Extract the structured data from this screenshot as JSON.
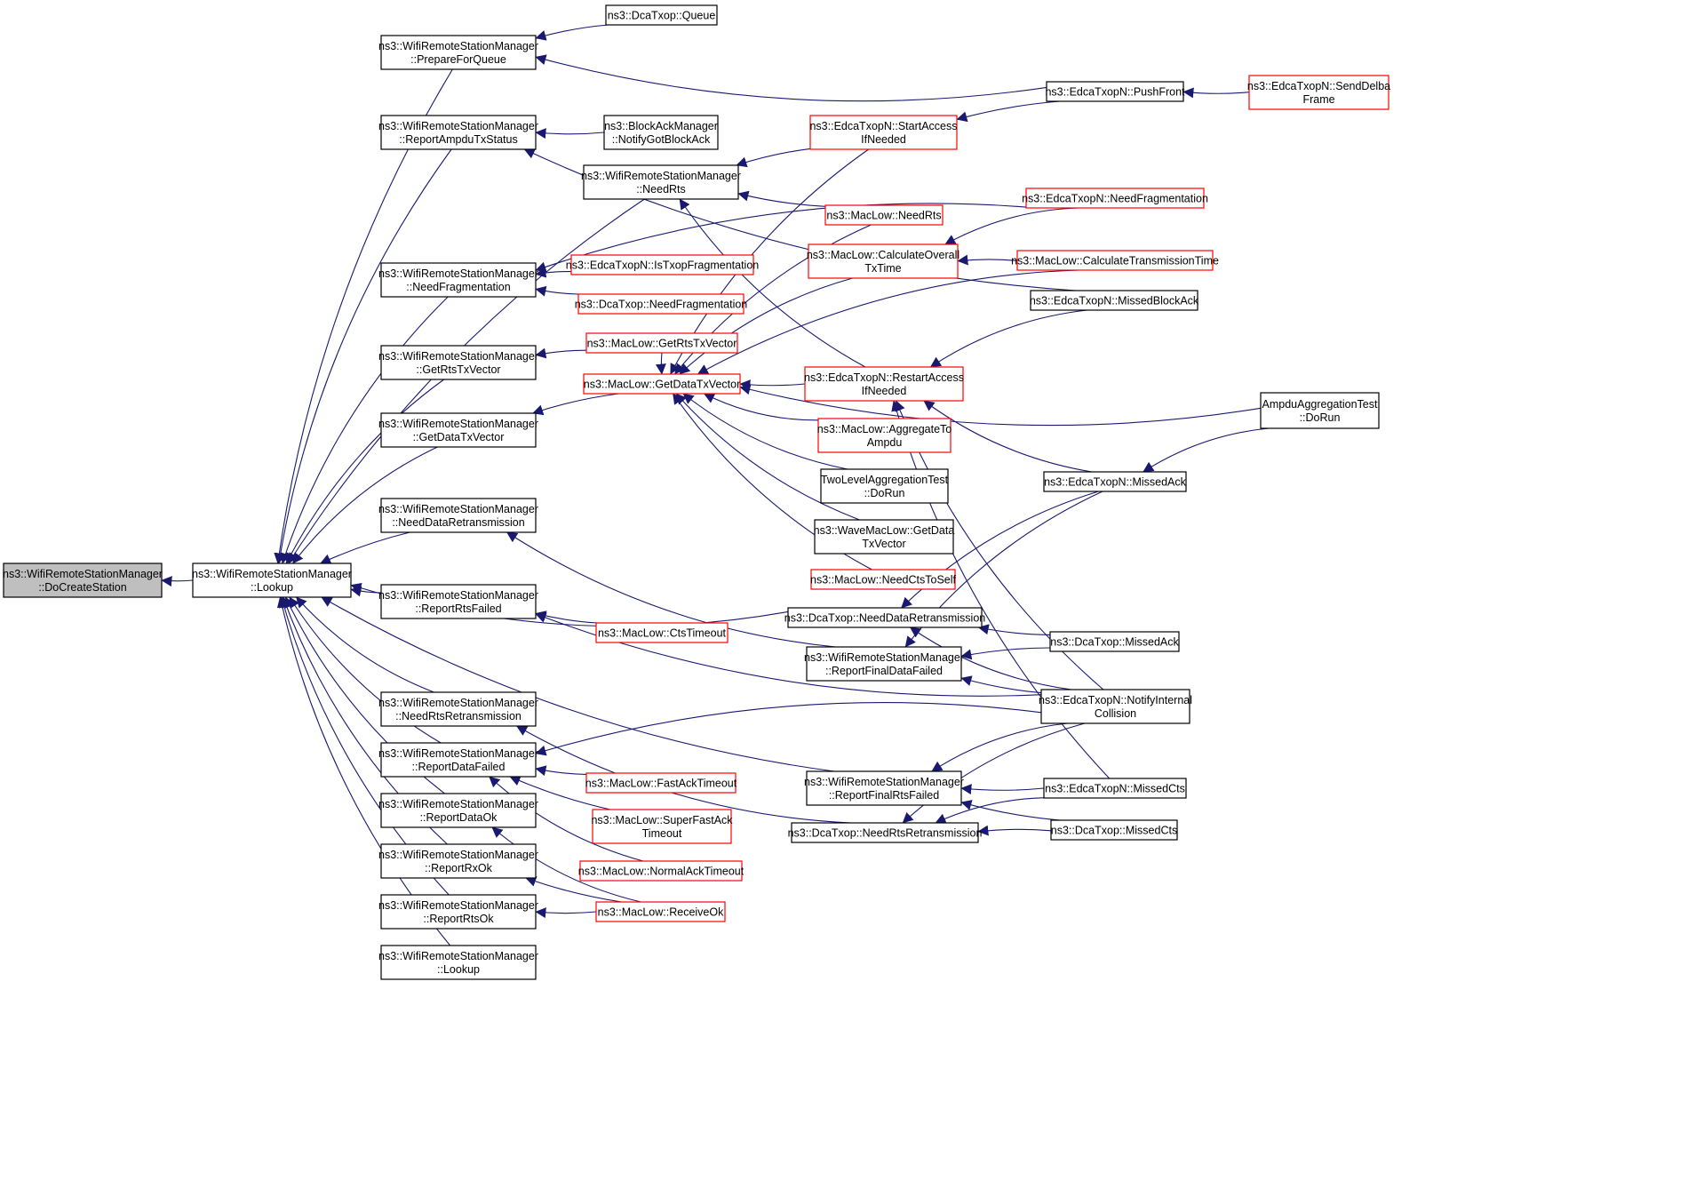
{
  "colors": {
    "edge": "#191970",
    "root_fill": "#bfbfbf",
    "box_black": "#000000",
    "box_red": "#ff0000"
  },
  "nodes": [
    {
      "id": "docreate",
      "style": "root",
      "lines": [
        "ns3::WifiRemoteStationManager",
        "::DoCreateStation"
      ]
    },
    {
      "id": "lookup",
      "style": "black",
      "lines": [
        "ns3::WifiRemoteStationManager",
        "::Lookup"
      ]
    },
    {
      "id": "prepfq",
      "style": "black",
      "lines": [
        "ns3::WifiRemoteStationManager",
        "::PrepareForQueue"
      ]
    },
    {
      "id": "repampdu",
      "style": "black",
      "lines": [
        "ns3::WifiRemoteStationManager",
        "::ReportAmpduTxStatus"
      ]
    },
    {
      "id": "needfrag",
      "style": "black",
      "lines": [
        "ns3::WifiRemoteStationManager",
        "::NeedFragmentation"
      ]
    },
    {
      "id": "getrtsv",
      "style": "black",
      "lines": [
        "ns3::WifiRemoteStationManager",
        "::GetRtsTxVector"
      ]
    },
    {
      "id": "getdatav",
      "style": "black",
      "lines": [
        "ns3::WifiRemoteStationManager",
        "::GetDataTxVector"
      ]
    },
    {
      "id": "needdataretx",
      "style": "black",
      "lines": [
        "ns3::WifiRemoteStationManager",
        "::NeedDataRetransmission"
      ]
    },
    {
      "id": "reprtsfailed",
      "style": "black",
      "lines": [
        "ns3::WifiRemoteStationManager",
        "::ReportRtsFailed"
      ]
    },
    {
      "id": "needrtsretx",
      "style": "black",
      "lines": [
        "ns3::WifiRemoteStationManager",
        "::NeedRtsRetransmission"
      ]
    },
    {
      "id": "repdatafailed",
      "style": "black",
      "lines": [
        "ns3::WifiRemoteStationManager",
        "::ReportDataFailed"
      ]
    },
    {
      "id": "repdataok",
      "style": "black",
      "lines": [
        "ns3::WifiRemoteStationManager",
        "::ReportDataOk"
      ]
    },
    {
      "id": "reprxok",
      "style": "black",
      "lines": [
        "ns3::WifiRemoteStationManager",
        "::ReportRxOk"
      ]
    },
    {
      "id": "reprtsok",
      "style": "black",
      "lines": [
        "ns3::WifiRemoteStationManager",
        "::ReportRtsOk"
      ]
    },
    {
      "id": "lookup2",
      "style": "black",
      "lines": [
        "ns3::WifiRemoteStationManager",
        "::Lookup"
      ]
    },
    {
      "id": "dcaqueue",
      "style": "black",
      "lines": [
        "ns3::DcaTxop::Queue"
      ]
    },
    {
      "id": "notifygotba",
      "style": "black",
      "lines": [
        "ns3::BlockAckManager",
        "::NotifyGotBlockAck"
      ]
    },
    {
      "id": "needrts",
      "style": "black",
      "lines": [
        "ns3::WifiRemoteStationManager",
        "::NeedRts"
      ]
    },
    {
      "id": "istxopfrag",
      "style": "red",
      "lines": [
        "ns3::EdcaTxopN::IsTxopFragmentation"
      ]
    },
    {
      "id": "dcaneedfrag",
      "style": "red",
      "lines": [
        "ns3::DcaTxop::NeedFragmentation"
      ]
    },
    {
      "id": "macgetrtsv",
      "style": "red",
      "lines": [
        "ns3::MacLow::GetRtsTxVector"
      ]
    },
    {
      "id": "macgetdatav",
      "style": "red",
      "lines": [
        "ns3::MacLow::GetDataTxVector"
      ]
    },
    {
      "id": "ctstimeout",
      "style": "red",
      "lines": [
        "ns3::MacLow::CtsTimeout"
      ]
    },
    {
      "id": "fastack",
      "style": "red",
      "lines": [
        "ns3::MacLow::FastAckTimeout"
      ]
    },
    {
      "id": "superfast",
      "style": "red",
      "lines": [
        "ns3::MacLow::SuperFastAck",
        "Timeout"
      ]
    },
    {
      "id": "normalack",
      "style": "red",
      "lines": [
        "ns3::MacLow::NormalAckTimeout"
      ]
    },
    {
      "id": "receiveok",
      "style": "red",
      "lines": [
        "ns3::MacLow::ReceiveOk"
      ]
    },
    {
      "id": "startaccess",
      "style": "red",
      "lines": [
        "ns3::EdcaTxopN::StartAccess",
        "IfNeeded"
      ]
    },
    {
      "id": "macneedrts",
      "style": "red",
      "lines": [
        "ns3::MacLow::NeedRts"
      ]
    },
    {
      "id": "calcoverall",
      "style": "red",
      "lines": [
        "ns3::MacLow::CalculateOverall",
        "TxTime"
      ]
    },
    {
      "id": "restartaccess",
      "style": "red",
      "lines": [
        "ns3::EdcaTxopN::RestartAccess",
        "IfNeeded"
      ]
    },
    {
      "id": "aggregateto",
      "style": "red",
      "lines": [
        "ns3::MacLow::AggregateTo",
        "Ampdu"
      ]
    },
    {
      "id": "twolevel",
      "style": "black",
      "lines": [
        "TwoLevelAggregationTest",
        "::DoRun"
      ]
    },
    {
      "id": "wavemac",
      "style": "black",
      "lines": [
        "ns3::WaveMacLow::GetData",
        "TxVector"
      ]
    },
    {
      "id": "needctstoself",
      "style": "red",
      "lines": [
        "ns3::MacLow::NeedCtsToSelf"
      ]
    },
    {
      "id": "dcaneeddataretx",
      "style": "black",
      "lines": [
        "ns3::DcaTxop::NeedDataRetransmission"
      ]
    },
    {
      "id": "repfinaldata",
      "style": "black",
      "lines": [
        "ns3::WifiRemoteStationManager",
        "::ReportFinalDataFailed"
      ]
    },
    {
      "id": "repfinalrts",
      "style": "black",
      "lines": [
        "ns3::WifiRemoteStationManager",
        "::ReportFinalRtsFailed"
      ]
    },
    {
      "id": "dcaneedrtsretx",
      "style": "black",
      "lines": [
        "ns3::DcaTxop::NeedRtsRetransmission"
      ]
    },
    {
      "id": "pushfront",
      "style": "black",
      "lines": [
        "ns3::EdcaTxopN::PushFront"
      ]
    },
    {
      "id": "edcaneedfrag",
      "style": "red",
      "lines": [
        "ns3::EdcaTxopN::NeedFragmentation"
      ]
    },
    {
      "id": "calctrans",
      "style": "red",
      "lines": [
        "ns3::MacLow::CalculateTransmissionTime"
      ]
    },
    {
      "id": "missedba",
      "style": "black",
      "lines": [
        "ns3::EdcaTxopN::MissedBlockAck"
      ]
    },
    {
      "id": "edcamissedack",
      "style": "black",
      "lines": [
        "ns3::EdcaTxopN::MissedAck"
      ]
    },
    {
      "id": "dcamissedack",
      "style": "black",
      "lines": [
        "ns3::DcaTxop::MissedAck"
      ]
    },
    {
      "id": "notifyinternal",
      "style": "black",
      "lines": [
        "ns3::EdcaTxopN::NotifyInternal",
        "Collision"
      ]
    },
    {
      "id": "edcamissedcts",
      "style": "black",
      "lines": [
        "ns3::EdcaTxopN::MissedCts"
      ]
    },
    {
      "id": "dcamissedcts",
      "style": "black",
      "lines": [
        "ns3::DcaTxop::MissedCts"
      ]
    },
    {
      "id": "senddelba",
      "style": "red",
      "lines": [
        "ns3::EdcaTxopN::SendDelba",
        "Frame"
      ]
    },
    {
      "id": "ampduagg",
      "style": "black",
      "lines": [
        "AmpduAggregationTest",
        "::DoRun"
      ]
    }
  ],
  "edges": [
    [
      "lookup",
      "docreate"
    ],
    [
      "prepfq",
      "lookup"
    ],
    [
      "repampdu",
      "lookup"
    ],
    [
      "needfrag",
      "lookup"
    ],
    [
      "getrtsv",
      "lookup"
    ],
    [
      "getdatav",
      "lookup"
    ],
    [
      "needdataretx",
      "lookup"
    ],
    [
      "reprtsfailed",
      "lookup"
    ],
    [
      "needrtsretx",
      "lookup"
    ],
    [
      "repdatafailed",
      "lookup"
    ],
    [
      "repdataok",
      "lookup"
    ],
    [
      "reprxok",
      "lookup"
    ],
    [
      "reprtsok",
      "lookup"
    ],
    [
      "lookup2",
      "lookup"
    ],
    [
      "needrts",
      "lookup"
    ],
    [
      "dcaneeddataretx",
      "lookup"
    ],
    [
      "repfinalrts",
      "lookup"
    ],
    [
      "dcaqueue",
      "prepfq"
    ],
    [
      "pushfront",
      "prepfq"
    ],
    [
      "notifygotba",
      "repampdu"
    ],
    [
      "missedba",
      "repampdu"
    ],
    [
      "istxopfrag",
      "needfrag"
    ],
    [
      "dcaneedfrag",
      "needfrag"
    ],
    [
      "edcaneedfrag",
      "needfrag"
    ],
    [
      "macgetrtsv",
      "getrtsv"
    ],
    [
      "macgetdatav",
      "getdatav"
    ],
    [
      "repfinaldata",
      "needdataretx"
    ],
    [
      "ctstimeout",
      "reprtsfailed"
    ],
    [
      "notifyinternal",
      "reprtsfailed"
    ],
    [
      "dcaneedrtsretx",
      "needrtsretx"
    ],
    [
      "fastack",
      "repdatafailed"
    ],
    [
      "superfast",
      "repdatafailed"
    ],
    [
      "normalack",
      "repdatafailed"
    ],
    [
      "notifyinternal",
      "repdatafailed"
    ],
    [
      "receiveok",
      "repdataok"
    ],
    [
      "receiveok",
      "reprxok"
    ],
    [
      "receiveok",
      "reprtsok"
    ],
    [
      "startaccess",
      "needrts"
    ],
    [
      "macneedrts",
      "needrts"
    ],
    [
      "restartaccess",
      "needrts"
    ],
    [
      "startaccess",
      "macgetdatav"
    ],
    [
      "macneedrts",
      "macgetdatav"
    ],
    [
      "calcoverall",
      "macgetdatav"
    ],
    [
      "macgetrtsv",
      "macgetdatav"
    ],
    [
      "restartaccess",
      "macgetdatav"
    ],
    [
      "aggregateto",
      "macgetdatav"
    ],
    [
      "twolevel",
      "macgetdatav"
    ],
    [
      "wavemac",
      "macgetdatav"
    ],
    [
      "needctstoself",
      "macgetdatav"
    ],
    [
      "ampduagg",
      "macgetdatav"
    ],
    [
      "calctrans",
      "macgetdatav"
    ],
    [
      "pushfront",
      "startaccess"
    ],
    [
      "senddelba",
      "pushfront"
    ],
    [
      "calctrans",
      "calcoverall"
    ],
    [
      "edcaneedfrag",
      "calcoverall"
    ],
    [
      "missedba",
      "restartaccess"
    ],
    [
      "edcamissedack",
      "restartaccess"
    ],
    [
      "notifyinternal",
      "restartaccess"
    ],
    [
      "edcamissedcts",
      "restartaccess"
    ],
    [
      "ampduagg",
      "edcamissedack"
    ],
    [
      "edcamissedack",
      "dcaneeddataretx"
    ],
    [
      "dcamissedack",
      "dcaneeddataretx"
    ],
    [
      "notifyinternal",
      "dcaneeddataretx"
    ],
    [
      "edcamissedack",
      "repfinaldata"
    ],
    [
      "dcamissedack",
      "repfinaldata"
    ],
    [
      "notifyinternal",
      "repfinaldata"
    ],
    [
      "notifyinternal",
      "repfinalrts"
    ],
    [
      "edcamissedcts",
      "repfinalrts"
    ],
    [
      "dcamissedcts",
      "repfinalrts"
    ],
    [
      "notifyinternal",
      "dcaneedrtsretx"
    ],
    [
      "edcamissedcts",
      "dcaneedrtsretx"
    ],
    [
      "dcamissedcts",
      "dcaneedrtsretx"
    ]
  ]
}
